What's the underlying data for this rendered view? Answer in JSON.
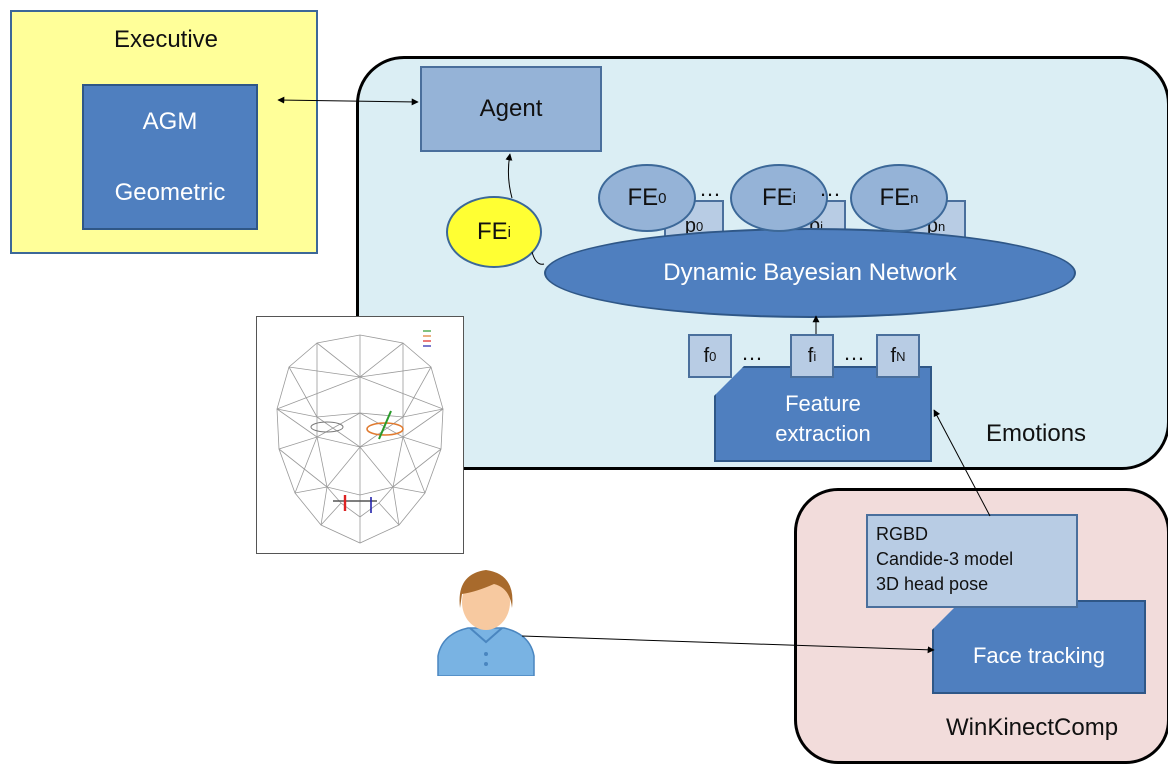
{
  "executive": {
    "title": "Executive",
    "items": [
      "AGM",
      "Geometric"
    ]
  },
  "emotions": {
    "label": "Emotions",
    "agent": "Agent",
    "selected_fe": {
      "base": "FE",
      "sub": "i"
    },
    "dbn": "Dynamic Bayesian Network",
    "fe_nodes": [
      {
        "base": "FE",
        "sub": "0"
      },
      {
        "base": "FE",
        "sub": "i"
      },
      {
        "base": "FE",
        "sub": "n"
      }
    ],
    "p_boxes": [
      {
        "base": "p",
        "sub": "0"
      },
      {
        "base": "p",
        "sub": "i"
      },
      {
        "base": "p",
        "sub": "n"
      }
    ],
    "f_boxes": [
      {
        "base": "f",
        "sub": "0"
      },
      {
        "base": "f",
        "sub": "i"
      },
      {
        "base": "f",
        "sub": "N"
      }
    ],
    "ellipsis": "…",
    "feature_extraction": [
      "Feature",
      "extraction"
    ]
  },
  "winkinect": {
    "label": "WinKinectComp",
    "input_lines": [
      "RGBD",
      "Candide-3 model",
      "3D head pose"
    ],
    "face_tracking": "Face tracking"
  },
  "colors": {
    "executive_bg": "#ffff99",
    "emotions_bg": "#dbeef4",
    "winkinect_bg": "#f2dcdb",
    "dark_block": "#4f7fbf",
    "light_block": "#95b3d7",
    "highlight": "#ffff33"
  },
  "icons": {
    "user": "user-avatar-icon",
    "face_mesh": "candide-face-mesh-image"
  }
}
